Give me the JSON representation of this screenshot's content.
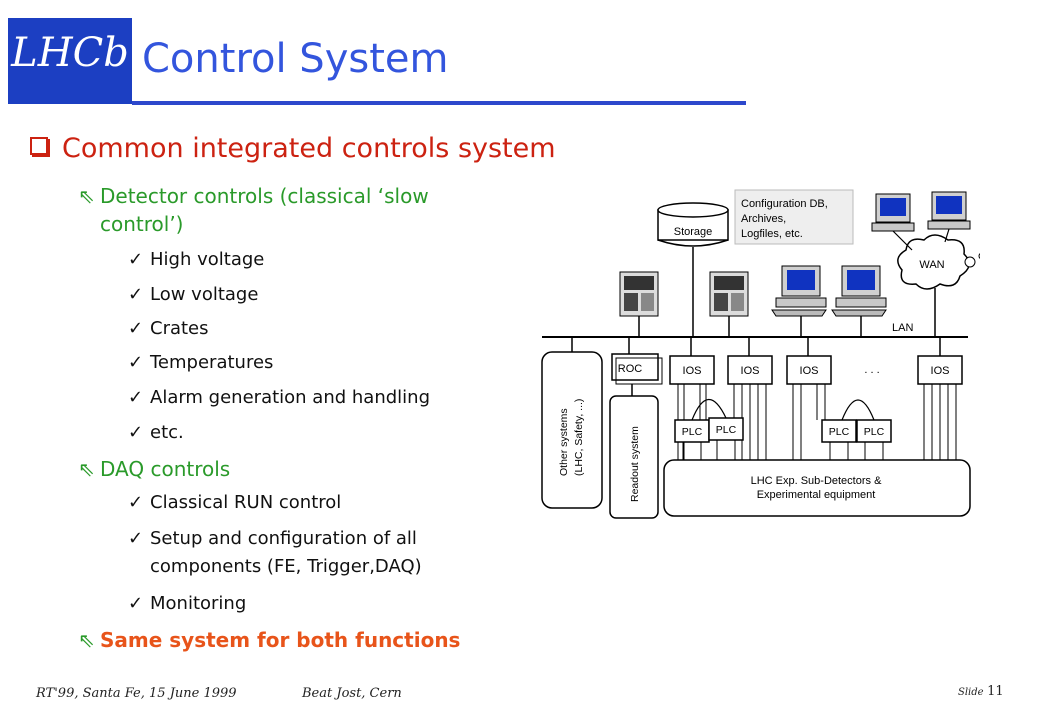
{
  "logo": {
    "text": "LHCb"
  },
  "slide_title": "Control System",
  "bullets": {
    "main": "Common integrated controls system",
    "detector_controls": "Detector controls (classical ‘slow",
    "detector_controls_cont": "control’)",
    "detector_items": [
      "High voltage",
      "Low voltage",
      "Crates",
      "Temperatures",
      "Alarm generation and handling",
      "etc."
    ],
    "daq_controls": "DAQ controls",
    "daq_item_1": "Classical RUN control",
    "daq_item_2": "Setup and configuration of all",
    "daq_item_2_cont": "components (FE, Trigger,DAQ)",
    "daq_item_3": "Monitoring",
    "same_system": "Same system for both functions"
  },
  "diagram": {
    "storage": "Storage",
    "config_db": [
      "Configuration DB,",
      "Archives,",
      "Logfiles, etc."
    ],
    "wan": "WAN",
    "lan": "LAN",
    "roc": "ROC",
    "ios": [
      "IOS",
      "IOS",
      "IOS",
      "IOS"
    ],
    "ellipsis": ". . .",
    "plc": [
      "PLC",
      "PLC",
      "PLC",
      "PLC"
    ],
    "other_systems": [
      "Other systems",
      "(LHC, Safety, ...)"
    ],
    "readout_system": "Readout system",
    "subdetectors": [
      "LHC Exp. Sub-Detectors &",
      "Experimental equipment"
    ]
  },
  "footer": {
    "conference": "RT'99, Santa Fe, 15 June 1999",
    "author": "Beat Jost, Cern",
    "slide_label": "Slide",
    "slide_number": "11"
  }
}
